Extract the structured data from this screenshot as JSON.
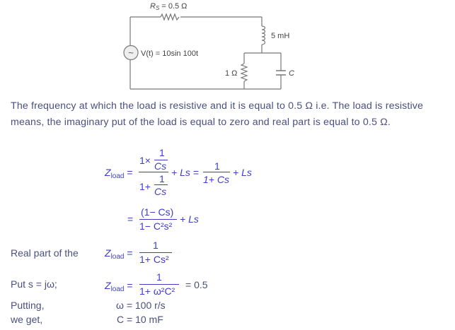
{
  "circuit": {
    "rs_label": "R",
    "rs_sub": "S",
    "rs_value": " = 0.5 Ω",
    "inductor_label": "5 mH",
    "source_label": "V(t) = 10sin 100t",
    "source_symbol": "~",
    "load_resistor_label": "1 Ω",
    "capacitor_label": "C"
  },
  "paragraph": "The frequency at which the load is resistive and it is equal to 0.5 Ω i.e. The load is resistive means, the imaginary put of the load is equal to zero and real part is equal to 0.5 Ω.",
  "equations": {
    "z": "Z",
    "load": "load",
    "eq1": {
      "num_top": "1×",
      "one": "1",
      "cs": "Cs",
      "den_pre": "1+",
      "plus_ls": "+ Ls =",
      "rhs_num": "1",
      "rhs_den": "1+ Cs",
      "rhs_plus": "+ Ls"
    },
    "eq2": {
      "eq": "=",
      "num": "(1− Cs)",
      "den": "1− C²s²",
      "plus": "+ Ls"
    },
    "eq3": {
      "label": "Real part of the",
      "num": "1",
      "den": "1+ Cs²"
    },
    "eq4": {
      "label": "Put s = jω;",
      "num": "1",
      "den": "1+ ω²C²",
      "result": "= 0.5"
    },
    "eq5": {
      "label": "Putting,",
      "value": "ω = 100 r/s"
    },
    "eq6": {
      "label": "we get,",
      "value": "C = 10 mF"
    }
  }
}
